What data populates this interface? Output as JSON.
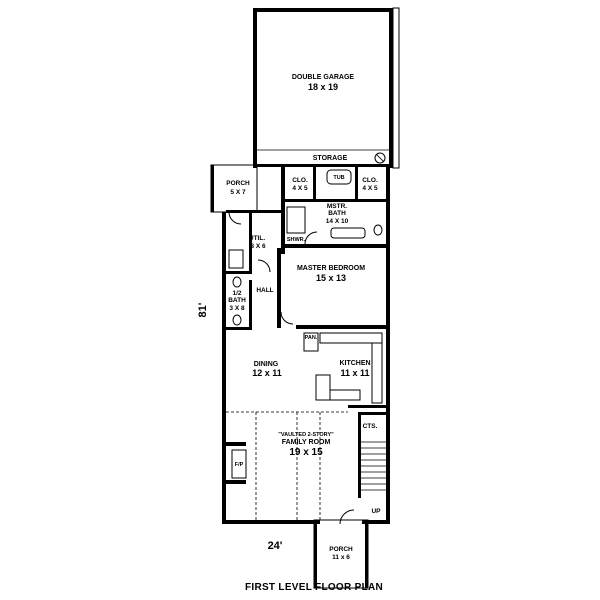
{
  "plan_title": "FIRST LEVEL FLOOR PLAN",
  "dimensions": {
    "depth": "81'",
    "width": "24'"
  },
  "rooms": {
    "garage": {
      "name": "DOUBLE GARAGE",
      "size": "18 x 19"
    },
    "storage": {
      "name": "STORAGE"
    },
    "porch_side": {
      "name": "PORCH",
      "size": "5 X 7"
    },
    "closet_left": {
      "name": "CLO.",
      "size": "4 X 5"
    },
    "tub": {
      "name": "TUB"
    },
    "closet_right": {
      "name": "CLO.",
      "size": "4 X 5"
    },
    "master_bath": {
      "name_line1": "MSTR.",
      "name_line2": "BATH",
      "size": "14 X 10"
    },
    "shower": {
      "name": "SHWR."
    },
    "utility": {
      "name": "UTIL.",
      "size": "8 X 6"
    },
    "master_bedroom": {
      "name": "MASTER BEDROOM",
      "size": "15 x 13"
    },
    "half_bath": {
      "name_line1": "1/2",
      "name_line2": "BATH",
      "size": "3 X 8"
    },
    "hall": {
      "name": "HALL"
    },
    "pantry": {
      "name": "PAN."
    },
    "dining": {
      "name": "DINING",
      "size": "12 x 11"
    },
    "kitchen": {
      "name": "KITCHEN",
      "size": "11 x 11"
    },
    "closets": {
      "name": "CTS."
    },
    "family_room": {
      "note": "\"VAULTED 2-STORY\"",
      "name": "FAMILY ROOM",
      "size": "19 x 15"
    },
    "fireplace": {
      "name": "F/P"
    },
    "stair": {
      "name": "UP"
    },
    "porch_front": {
      "name": "PORCH",
      "size": "11 x 6"
    }
  }
}
